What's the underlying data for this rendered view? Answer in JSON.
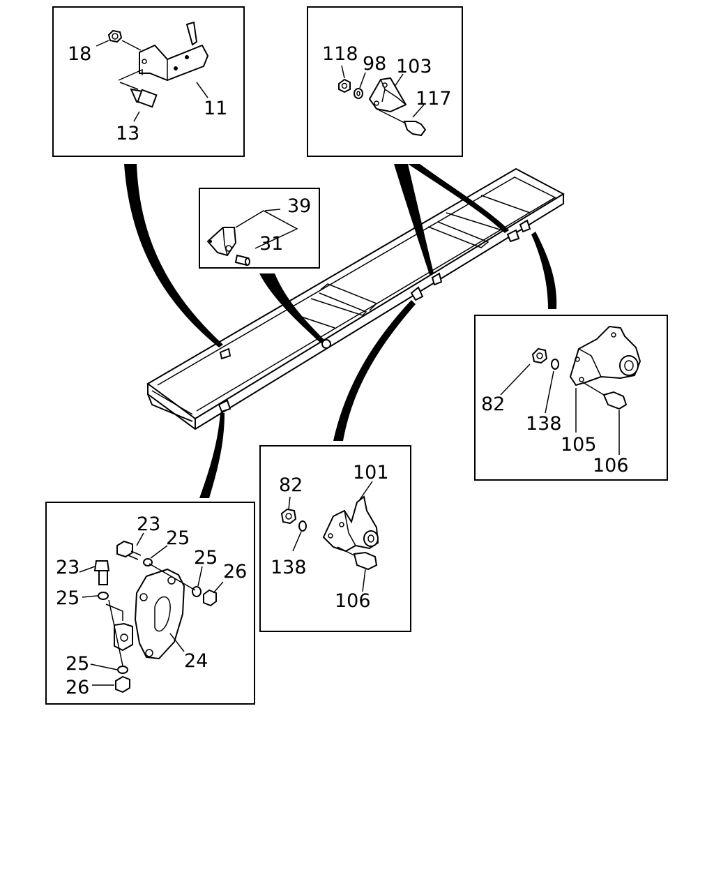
{
  "diagram": {
    "panels": {
      "top_left": {
        "labels": {
          "p18": "18",
          "p11": "11",
          "p13": "13"
        }
      },
      "top_right": {
        "labels": {
          "p118": "118",
          "p98": "98",
          "p103": "103",
          "p117": "117"
        }
      },
      "middle_small": {
        "labels": {
          "p39": "39",
          "p31": "31"
        }
      },
      "right": {
        "labels": {
          "p82": "82",
          "p138": "138",
          "p105": "105",
          "p106": "106"
        }
      },
      "center_bottom": {
        "labels": {
          "p82": "82",
          "p101": "101",
          "p138": "138",
          "p106": "106"
        }
      },
      "bottom_left": {
        "labels": {
          "p23a": "23",
          "p25a": "25",
          "p23b": "23",
          "p25b": "25",
          "p26a": "26",
          "p25c": "25",
          "p24": "24",
          "p25d": "25",
          "p26b": "26"
        }
      }
    }
  }
}
